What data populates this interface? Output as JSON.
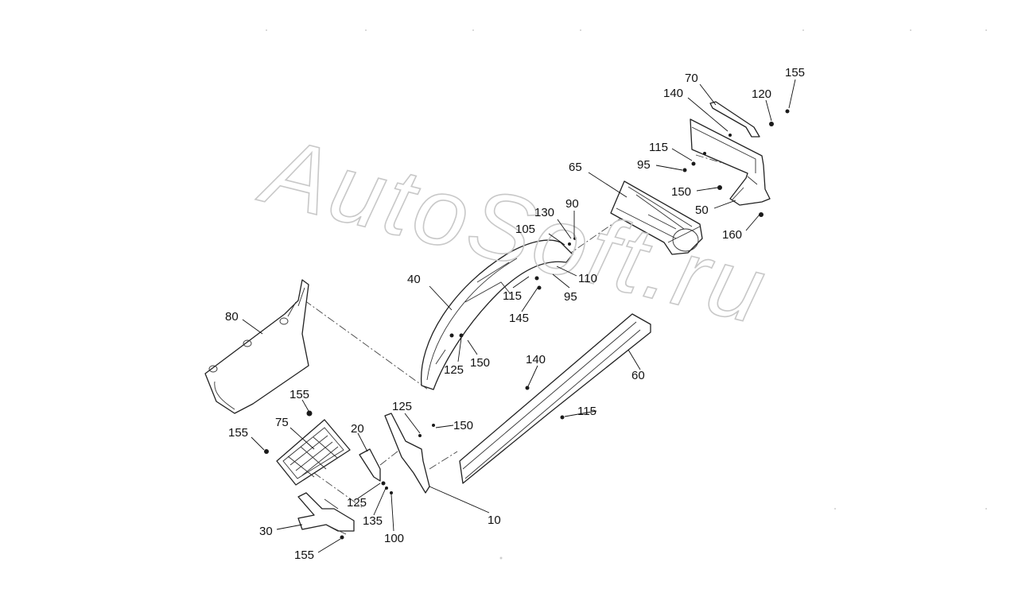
{
  "watermark": "AutoSoft.ru",
  "callouts": {
    "c70": "70",
    "c140a": "140",
    "c155a": "155",
    "c120": "120",
    "c115a": "115",
    "c95a": "95",
    "c65": "65",
    "c150a": "150",
    "c50": "50",
    "c160": "160",
    "c130": "130",
    "c90": "90",
    "c105": "105",
    "c110": "110",
    "c40": "40",
    "c115b": "115",
    "c95b": "95",
    "c145": "145",
    "c125a": "125",
    "c150b": "150",
    "c80": "80",
    "c140b": "140",
    "c60": "60",
    "c115c": "115",
    "c155b": "155",
    "c75": "75",
    "c155c": "155",
    "c20": "20",
    "c125b": "125",
    "c150c": "150",
    "c125c": "125",
    "c135": "135",
    "c100": "100",
    "c10": "10",
    "c30": "30",
    "c155d": "155"
  },
  "colors": {
    "line": "#222222",
    "watermark": "#c8c8c8",
    "background": "#ffffff"
  }
}
